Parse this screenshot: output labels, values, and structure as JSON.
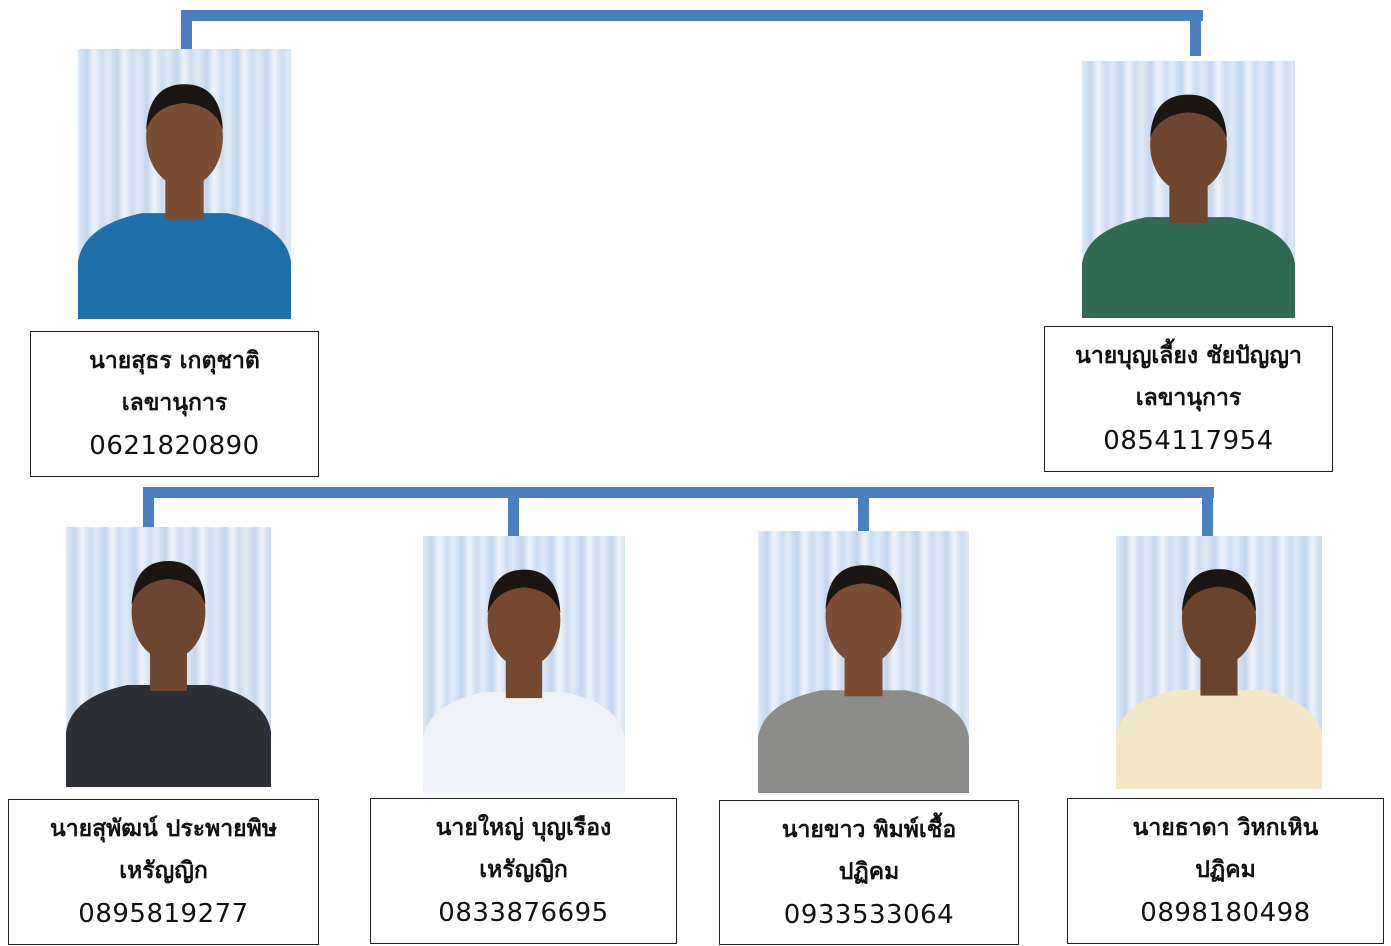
{
  "members": [
    {
      "id": "m1",
      "name": "นายสุธร  เกตุชาติ",
      "role": "เลขานุการ",
      "phone": "0621820890",
      "shirt_color": "#1f6fa8",
      "skin": "#7a4e35"
    },
    {
      "id": "m2",
      "name": "นายบุญเลี้ยง  ชัยปัญญา",
      "role": "เลขานุการ",
      "phone": "0854117954",
      "shirt_color": "#2f6a52",
      "skin": "#6e4630"
    },
    {
      "id": "m3",
      "name": "นายสุพัฒน์  ประพายพิษ",
      "role": "เหรัญญิก",
      "phone": "0895819277",
      "shirt_color": "#2c2f36",
      "skin": "#6d4632"
    },
    {
      "id": "m4",
      "name": "นายใหญ่  บุญเรือง",
      "role": "เหรัญญิก",
      "phone": "0833876695",
      "shirt_color": "#eef2f8",
      "skin": "#75492f"
    },
    {
      "id": "m5",
      "name": "นายขาว  พิมพ์เชื้อ",
      "role": "ปฏิคม",
      "phone": "0933533064",
      "shirt_color": "#8c8c8a",
      "skin": "#7a4e35"
    },
    {
      "id": "m6",
      "name": "นายธาดา  วิหกเหิน",
      "role": "ปฏิคม",
      "phone": "0898180498",
      "shirt_color": "#f2e7c6",
      "skin": "#6a432d"
    }
  ],
  "colors": {
    "connector": "#4a7fc1",
    "card_border": "#222222",
    "background": "#ffffff"
  }
}
